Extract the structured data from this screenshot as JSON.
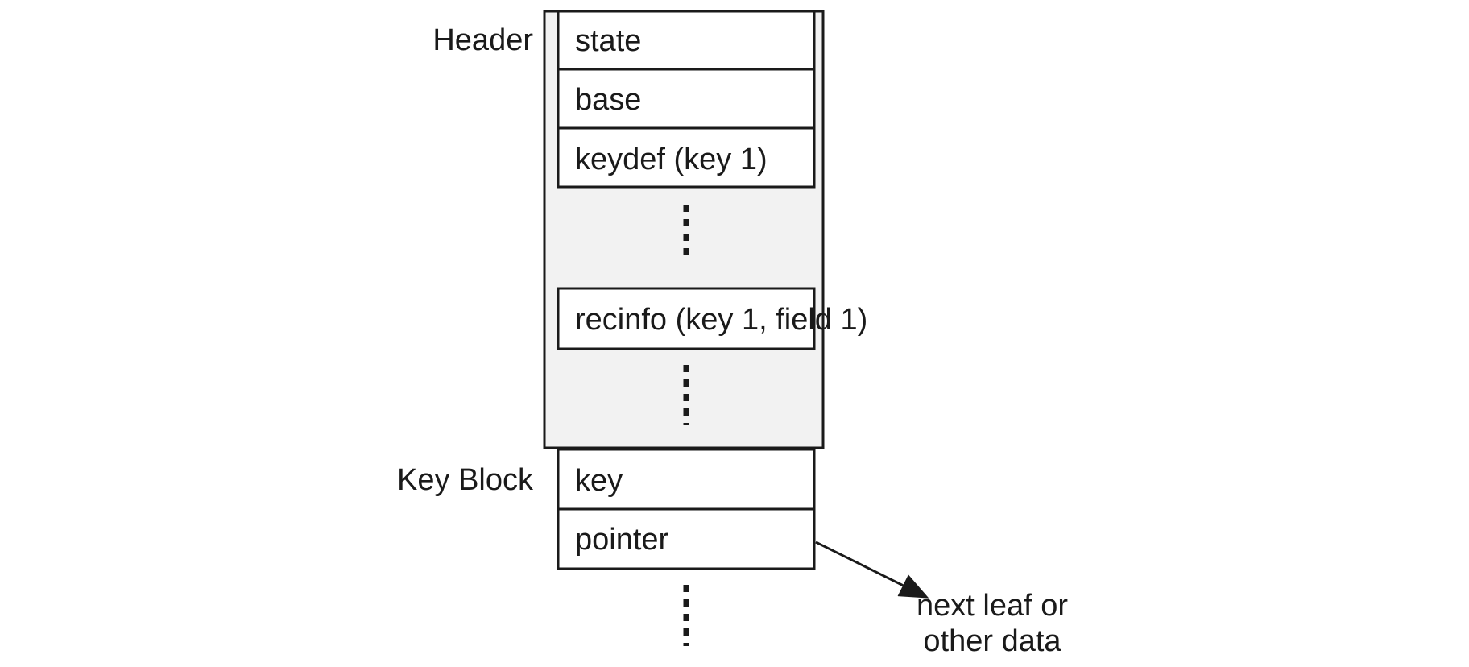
{
  "labels": {
    "header": "Header",
    "key_block": "Key Block"
  },
  "header_fields": {
    "state": "state",
    "base": "base",
    "keydef": "keydef (key 1)",
    "recinfo": "recinfo (key 1, field 1)"
  },
  "key_block_fields": {
    "key": "key",
    "pointer": "pointer"
  },
  "arrow_target": {
    "line1": "next leaf or",
    "line2": "other data"
  }
}
